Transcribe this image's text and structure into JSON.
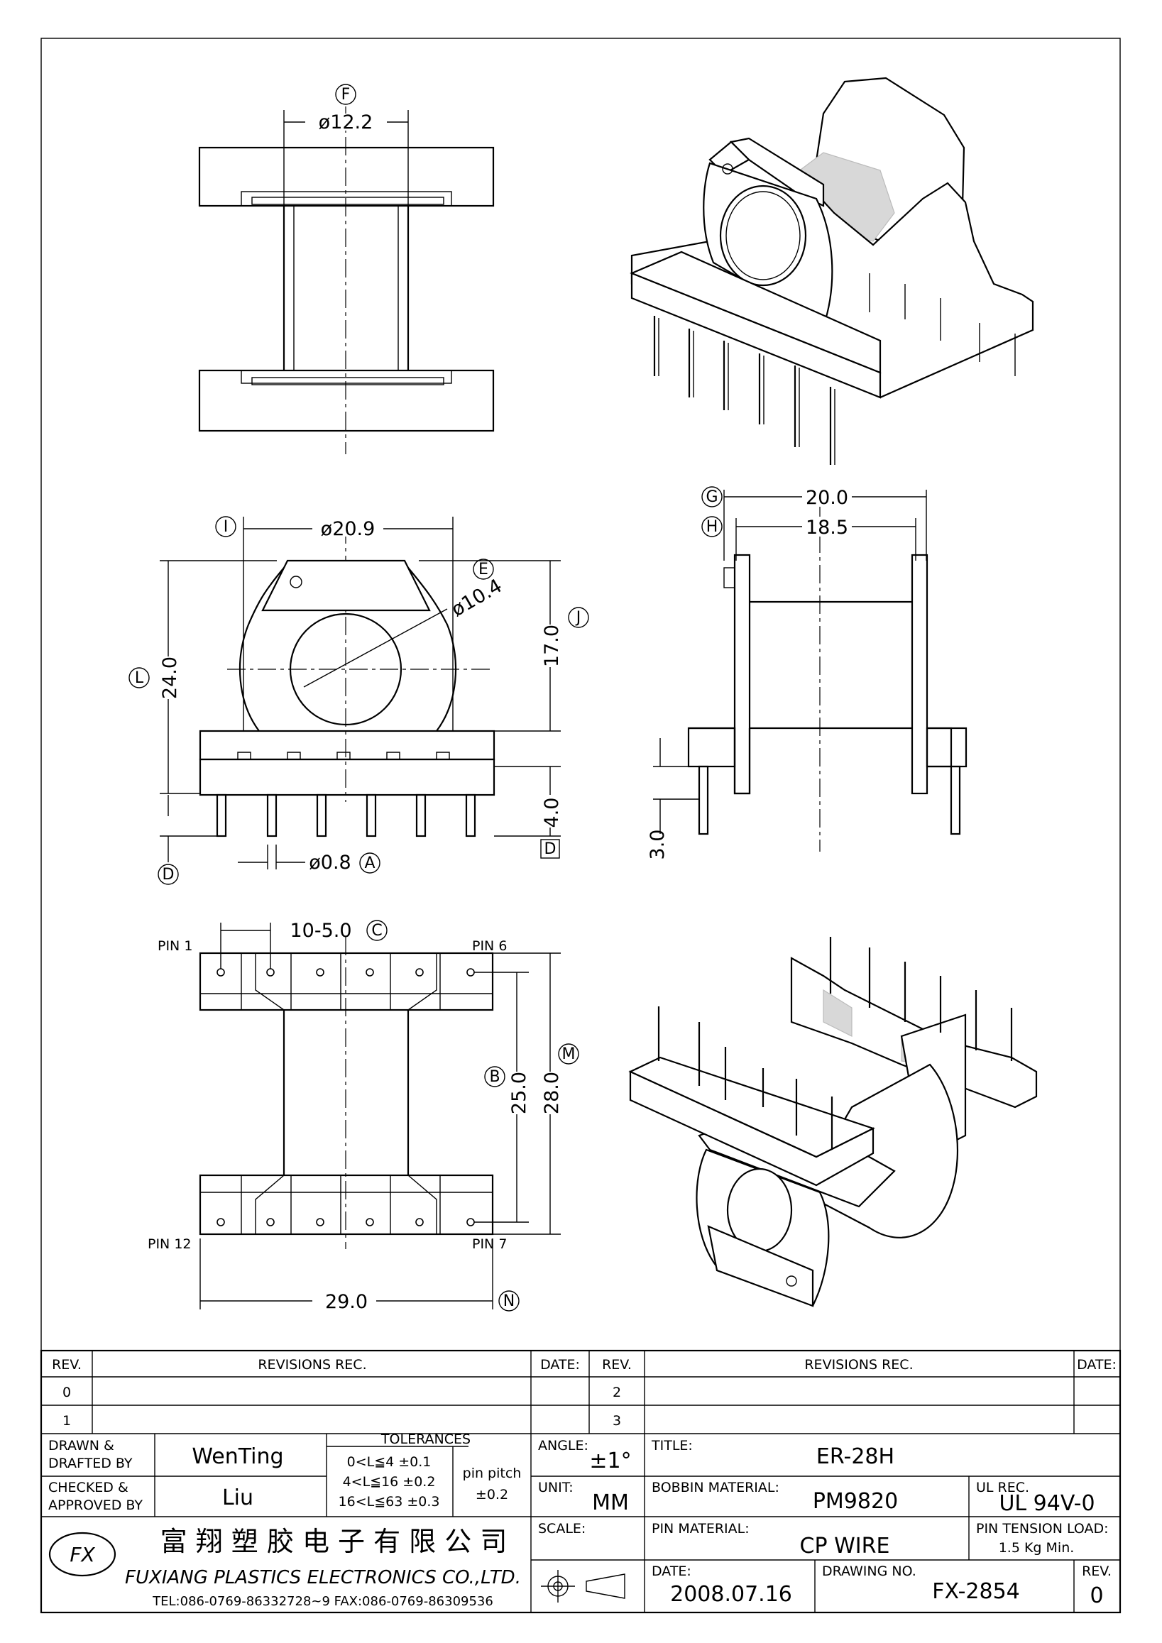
{
  "drawing": {
    "top_view": {
      "core_dia": "ø12.2",
      "ref": "F"
    },
    "front_view": {
      "flange_dia": "ø20.9",
      "hole_dia": "ø10.4",
      "height_total": "24.0",
      "height_flange": "17.0",
      "pin_length": "4.0",
      "pin_dia": "ø0.8",
      "refs": [
        "I",
        "E",
        "L",
        "J",
        "D",
        "D",
        "A"
      ]
    },
    "side_view": {
      "width_outer": "20.0",
      "width_inner": "18.5",
      "pin_offset": "3.0",
      "refs": [
        "G",
        "H"
      ]
    },
    "bottom_view": {
      "pitch": "10-5.0",
      "row_spacing": "25.0",
      "total_length": "28.0",
      "total_width": "29.0",
      "pin_labels": [
        "PIN 1",
        "PIN 6",
        "PIN 12",
        "PIN 7"
      ],
      "refs": [
        "C",
        "B",
        "M",
        "N"
      ]
    }
  },
  "title_block": {
    "rev_header": "REV.",
    "revisions_header": "REVISIONS   REC.",
    "date_header": "DATE:",
    "rev_rows_left": [
      "0",
      "1"
    ],
    "rev_rows_right": [
      "2",
      "3"
    ],
    "drawn_label": "DRAWN &\nDRAFTED BY",
    "drawn_label_1": "DRAWN  &",
    "drawn_label_2": "DRAFTED BY",
    "drawn_by": "WenTing",
    "checked_label_1": "CHECKED  &",
    "checked_label_2": "APPROVED BY",
    "checked_by": "Liu",
    "tolerances_title": "TOLERANCES",
    "tol_rows": [
      "0<L≦4    ±0.1",
      "4<L≦16  ±0.2",
      "16<L≦63  ±0.3"
    ],
    "pin_pitch_label": "pin  pitch",
    "pin_pitch_tol": "±0.2",
    "angle_label": "ANGLE:",
    "angle_value": "±1°",
    "unit_label": "UNIT:",
    "unit_value": "MM",
    "scale_label": "SCALE:",
    "title_label": "TITLE:",
    "title_value": "ER-28H",
    "bobbin_material_label": "BOBBIN  MATERIAL:",
    "bobbin_material_value": "PM9820",
    "ul_label": "UL  REC.",
    "ul_value": "UL  94V-0",
    "pin_material_label": "PIN  MATERIAL:",
    "pin_material_value": "CP  WIRE",
    "pin_tension_label": "PIN  TENSION  LOAD:",
    "pin_tension_value": "1.5  Kg  Min.",
    "date_label": "DATE:",
    "date_value": "2008.07.16",
    "drawing_no_label": "DRAWING  NO.",
    "drawing_no_value": "FX-2854",
    "rev_label": "REV.",
    "rev_value": "0",
    "company_cn": "富 翔 塑 胶 电 子 有 限 公 司",
    "company_en": "FUXIANG PLASTICS ELECTRONICS CO.,LTD.",
    "contact": "TEL:086-0769-86332728~9   FAX:086-0769-86309536",
    "logo_text": "FX"
  }
}
